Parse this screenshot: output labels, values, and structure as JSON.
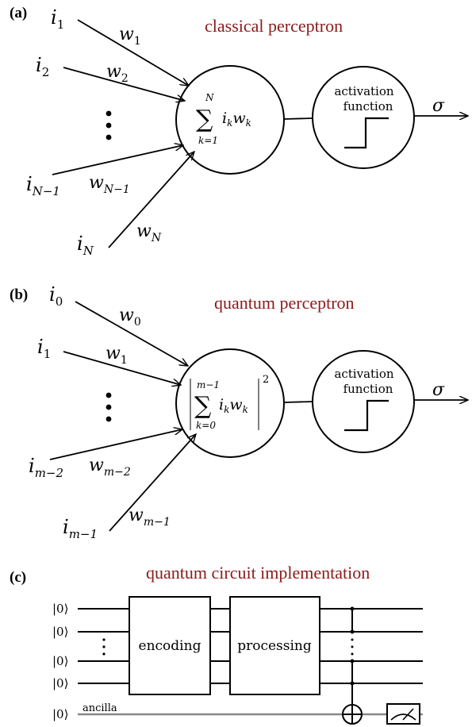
{
  "panel_a": {
    "label": "(a)",
    "title": "classical perceptron",
    "inputs": {
      "i1": "i",
      "i1_sub": "1",
      "i2": "i",
      "i2_sub": "2",
      "iN1": "i",
      "iN1_sub": "N−1",
      "iN": "i",
      "iN_sub": "N"
    },
    "weights": {
      "w1": "w",
      "w1_sub": "1",
      "w2": "w",
      "w2_sub": "2",
      "wN1": "w",
      "wN1_sub": "N−1",
      "wN": "w",
      "wN_sub": "N"
    },
    "sum": {
      "upper": "N",
      "lower": "k=1",
      "body": "i",
      "body_sub": "k",
      "body2": "w",
      "body2_sub": "k"
    },
    "activation": {
      "line1": "activation",
      "line2": "function"
    },
    "output": "σ"
  },
  "panel_b": {
    "label": "(b)",
    "title": "quantum perceptron",
    "inputs": {
      "i0": "i",
      "i0_sub": "0",
      "i1": "i",
      "i1_sub": "1",
      "im2": "i",
      "im2_sub": "m−2",
      "im1": "i",
      "im1_sub": "m−1"
    },
    "weights": {
      "w0": "w",
      "w0_sub": "0",
      "w1": "w",
      "w1_sub": "1",
      "wm2": "w",
      "wm2_sub": "m−2",
      "wm1": "w",
      "wm1_sub": "m−1"
    },
    "sum": {
      "upper": "m−1",
      "lower": "k=0",
      "body": "i",
      "body_sub": "k",
      "body2": "w",
      "body2_sub": "k",
      "power": "2"
    },
    "activation": {
      "line1": "activation",
      "line2": "function"
    },
    "output": "σ"
  },
  "panel_c": {
    "label": "(c)",
    "title": "quantum circuit implementation",
    "kets": [
      "|0⟩",
      "|0⟩",
      "|0⟩",
      "|0⟩",
      "|0⟩"
    ],
    "encoding": "encoding",
    "processing": "processing",
    "ancilla": "ancilla"
  }
}
